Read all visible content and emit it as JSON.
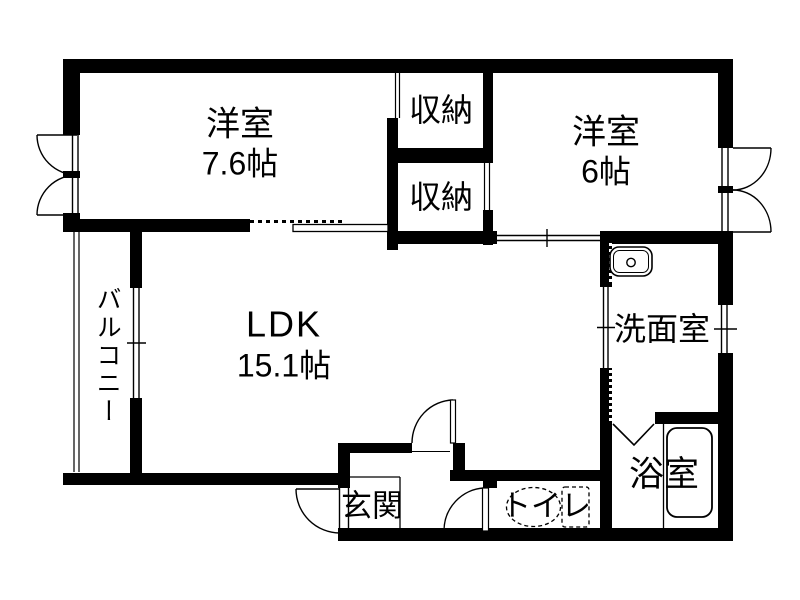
{
  "floorplan": {
    "colors": {
      "walls": "#000000",
      "background": "#ffffff"
    },
    "rooms": {
      "western1": {
        "name": "洋室",
        "size": "7.6帖"
      },
      "closet1": {
        "name": "収納"
      },
      "closet2": {
        "name": "収納"
      },
      "western2": {
        "name": "洋室",
        "size": "6帖"
      },
      "balcony": {
        "name": "バルコニー"
      },
      "ldk": {
        "name": "LDK",
        "size": "15.1帖"
      },
      "washroom": {
        "name": "洗面室"
      },
      "entrance": {
        "name": "玄関"
      },
      "toilet": {
        "name": "トイレ"
      },
      "bathroom": {
        "name": "浴室"
      }
    }
  }
}
